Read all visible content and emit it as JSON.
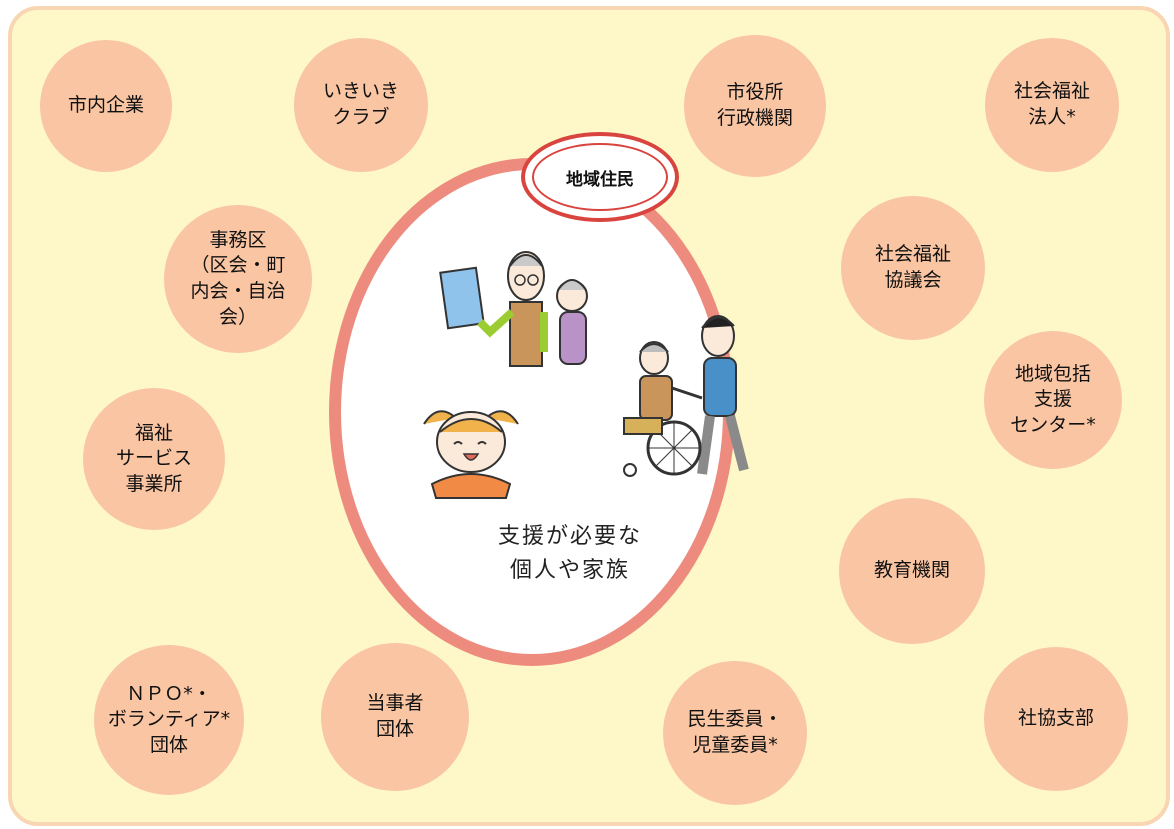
{
  "diagram": {
    "center_badge": "地域住民",
    "center_text": "支援が必要な\n個人や家族",
    "nodes": [
      {
        "id": "city-companies",
        "label": "市内企業"
      },
      {
        "id": "ikiiki-club",
        "label": "いきいき\nクラブ"
      },
      {
        "id": "city-hall",
        "label": "市役所\n行政機関"
      },
      {
        "id": "social-welfare-corp",
        "label": "社会福祉\n法人*"
      },
      {
        "id": "jimuku",
        "label": "事務区\n（区会・町\n内会・自治\n会）"
      },
      {
        "id": "social-welfare-council",
        "label": "社会福祉\n協議会"
      },
      {
        "id": "community-support-center",
        "label": "地域包括\n支援\nセンター*"
      },
      {
        "id": "welfare-service",
        "label": "福祉\nサービス\n事業所"
      },
      {
        "id": "education",
        "label": "教育機関"
      },
      {
        "id": "npo-volunteer",
        "label": "ＮＰＯ*・\nボランティア*\n団体"
      },
      {
        "id": "parties",
        "label": "当事者\n団体"
      },
      {
        "id": "welfare-commissioners",
        "label": "民生委員・\n児童委員*"
      },
      {
        "id": "shakyo-branch",
        "label": "社協支部"
      }
    ],
    "illustration_icons": [
      "elderly-couple-icon",
      "girl-icon",
      "wheelchair-caregiver-icon"
    ],
    "colors": {
      "background": "#fef8c8",
      "frame_border": "#f9d6b3",
      "node_fill": "#f9c5a3",
      "center_ring": "#ee8b7f",
      "badge_border": "#d9443e"
    }
  }
}
